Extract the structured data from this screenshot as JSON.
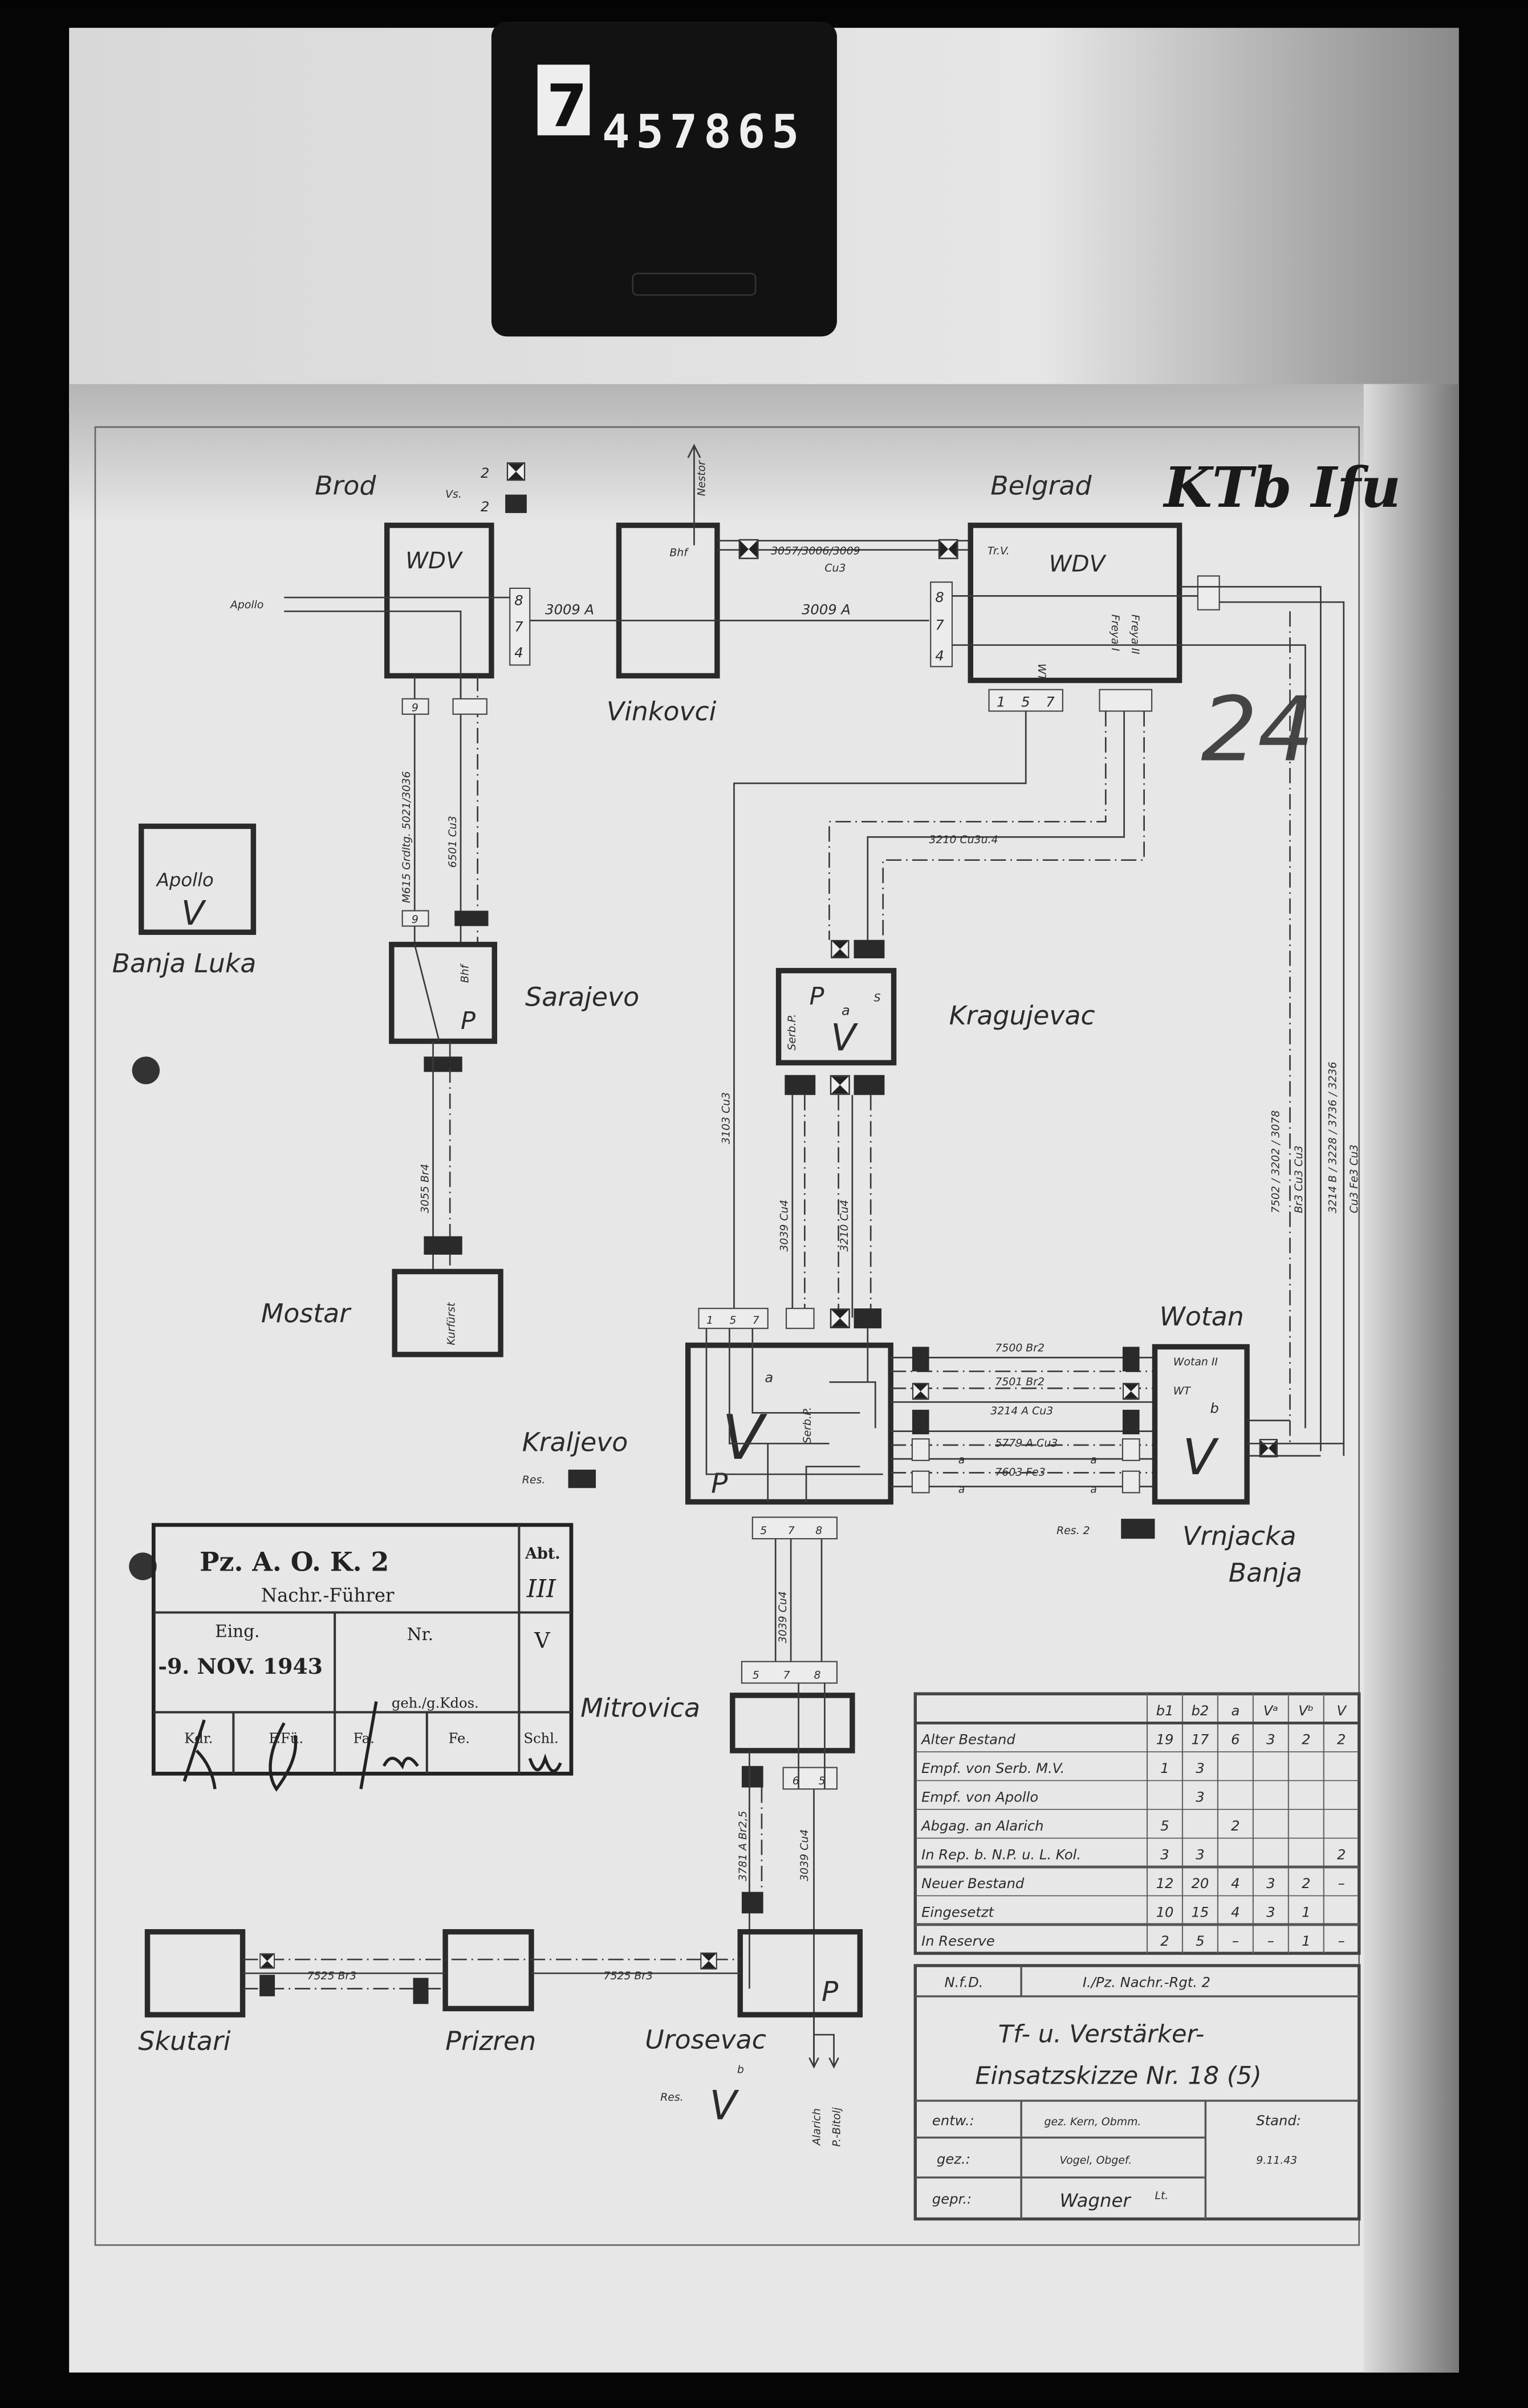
{
  "counter": {
    "lead_digit": "7",
    "number": "457865"
  },
  "annotations": {
    "handwritten_ref": "KTb Ifu",
    "sheet_number": "24"
  },
  "legend": {
    "count_bowtie": "2",
    "bowtie_note": "Vs.",
    "count_filled": "2"
  },
  "stations": {
    "brod": "Brod",
    "vinkovci": "Vinkovci",
    "belgrad": "Belgrad",
    "banja_luka": "Banja Luka",
    "sarajevo": "Sarajevo",
    "kragujevac": "Kragujevac",
    "mostar": "Mostar",
    "kraljevo": "Kraljevo",
    "wotan": "Wotan",
    "vrnjacka": "Vrnjacka",
    "banja": "Banja",
    "mitrovica": "Mitrovica",
    "skutari": "Skutari",
    "prizren": "Prizren",
    "urosevac": "Urosevac"
  },
  "boxes": {
    "wdv": "WDV",
    "p": "P",
    "apollo": "Apollo",
    "v": "V",
    "sub_a": "a",
    "sub_b": "b"
  },
  "lines": {
    "l3009a": "3009 A",
    "l3057": "3057/3006/3009",
    "cu3": "Cu3",
    "nestor": "Nestor",
    "bhf": "Bhf",
    "trv": "Tr.V.",
    "apollo_arrow": "Apollo",
    "m615": "M615 Grdltg. 5021/3036",
    "l6501": "6501 Cu3",
    "l3055": "3055 Br4",
    "kurfurst": "Kurfürst",
    "l3210h": "3210 Cu3u.4",
    "l3103": "3103 Cu3",
    "l3039": "3039 Cu4",
    "l3210v": "3210 Cu4",
    "serbp": "Serb.P.",
    "s": "S",
    "wt": "WT",
    "freya1": "Freya I",
    "freya2": "Freya II",
    "wotan2": "Wotan II",
    "l7500": "7500 Br2",
    "l7501": "7501 Br2",
    "l3214a": "3214 A Cu3",
    "l5779": "5779 A Cu3",
    "l7603": "7603 Fe3",
    "l3781": "3781 A Br2,5",
    "l7525": "7525 Br3",
    "alarich": "Alarich",
    "bitolj": "P.-Bitolj",
    "res": "Res.",
    "res2": "Res. 2",
    "right1": "7502 / 3202 / 3078",
    "right1b": "Br3     Cu3     Cu3",
    "right2": "3214 B / 3228 / 3736 / 3236",
    "right2b": "Cu3     Fe3     Cu3",
    "alpha": "a"
  },
  "terminals": {
    "brod": [
      "8",
      "7",
      "4"
    ],
    "brod_bottom": [
      "9"
    ],
    "sarajevo_top": [
      "9"
    ],
    "belgrad_left": [
      "8",
      "7",
      "4"
    ],
    "belgrad_bottom": [
      "1",
      "5",
      "7"
    ],
    "kraljevo_top": [
      "1",
      "5",
      "7"
    ],
    "kraljevo_bottom": [
      "5",
      "7",
      "8"
    ],
    "mitrovica_top": [
      "5",
      "7",
      "8"
    ],
    "mitrovica_bottom": [
      "6",
      "5"
    ]
  },
  "stamp": {
    "org": "Pz. A. O. K. 2",
    "dept": "Nachr.-Führer",
    "abt_label": "Abt.",
    "abt_value": "III",
    "eing_label": "Eing.",
    "date": "-9. NOV. 1943",
    "nr_label": "Nr.",
    "classification": "geh./g.Kdos.",
    "v": "V",
    "kdr": "Kdr.",
    "ffu": "F.Fü.",
    "fa": "Fa.",
    "fe": "Fe.",
    "schl": "Schl."
  },
  "inventory_table": {
    "columns": [
      "b1",
      "b2",
      "a",
      "Vᵃ",
      "Vᵇ",
      "V"
    ],
    "rows": [
      {
        "label": "Alter Bestand",
        "values": [
          "19",
          "17",
          "6",
          "3",
          "2",
          "2"
        ]
      },
      {
        "label": "Empf. von Serb. M.V.",
        "values": [
          "1",
          "3",
          "",
          "",
          "",
          ""
        ]
      },
      {
        "label": "Empf. von Apollo",
        "values": [
          "",
          "3",
          "",
          "",
          "",
          ""
        ]
      },
      {
        "label": "Abgag. an Alarich",
        "values": [
          "5",
          "",
          "2",
          "",
          "",
          ""
        ]
      },
      {
        "label": "In Rep. b. N.P. u. L. Kol.",
        "values": [
          "3",
          "3",
          "",
          "",
          "",
          "2"
        ]
      },
      {
        "label": "Neuer Bestand",
        "values": [
          "12",
          "20",
          "4",
          "3",
          "2",
          "–"
        ]
      },
      {
        "label": "Eingesetzt",
        "values": [
          "10",
          "15",
          "4",
          "3",
          "1",
          ""
        ]
      },
      {
        "label": "In Reserve",
        "values": [
          "2",
          "5",
          "–",
          "–",
          "1",
          "–"
        ]
      }
    ]
  },
  "title_block": {
    "nfd": "N.f.D.",
    "unit": "I./Pz. Nachr.-Rgt. 2",
    "title_line1": "Tf- u. Verstärker-",
    "title_line2": "Einsatzskizze Nr. 18 (5)",
    "entw_label": "entw.:",
    "entw_value": "gez. Kern, Obmm.",
    "gez_label": "gez.:",
    "gez_value": "Vogel, Obgef.",
    "gepr_label": "gepr.:",
    "gepr_value": "Wagner",
    "gepr_rank": "Lt.",
    "stand_label": "Stand:",
    "stand_value": "9.11.43"
  }
}
